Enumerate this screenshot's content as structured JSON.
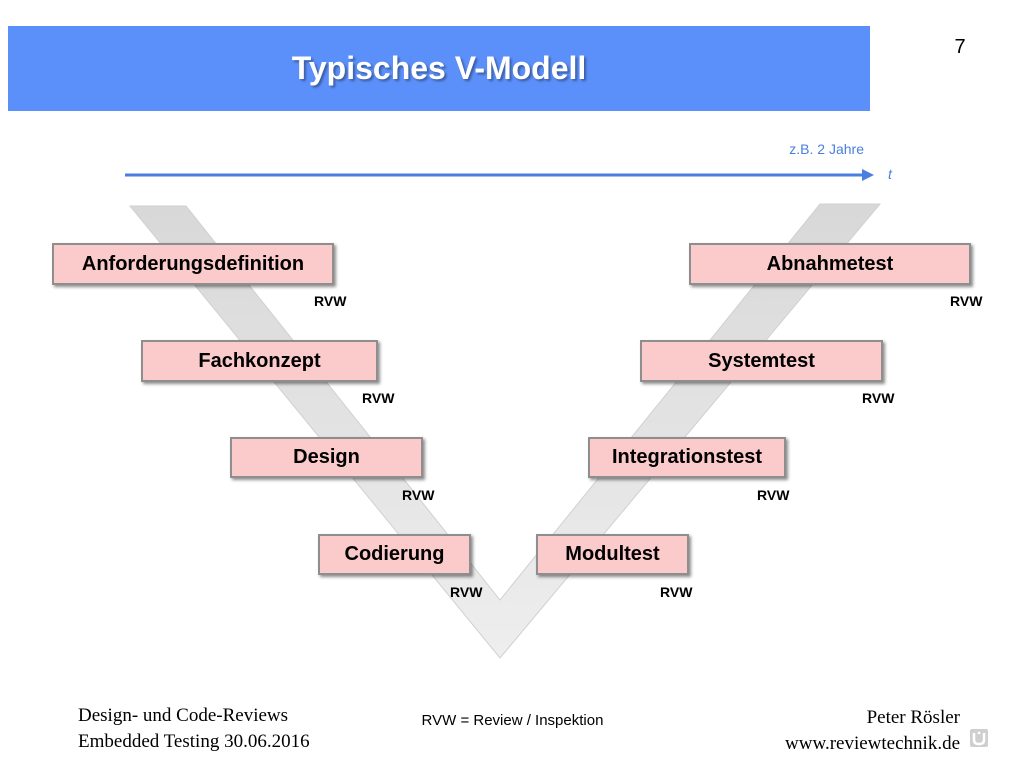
{
  "header": {
    "title": "Typisches V-Modell",
    "page_number": "7"
  },
  "timeline": {
    "duration": "z.B. 2 Jahre",
    "axis_label": "t"
  },
  "phases": {
    "anforderungsdefinition": "Anforderungsdefinition",
    "fachkonzept": "Fachkonzept",
    "design": "Design",
    "codierung": "Codierung",
    "abnahmetest": "Abnahmetest",
    "systemtest": "Systemtest",
    "integrationstest": "Integrationstest",
    "modultest": "Modultest"
  },
  "review_label": "RVW",
  "footer": {
    "left_line1": "Design- und Code-Reviews",
    "left_line2": "Embedded Testing 30.06.2016",
    "legend": "RVW = Review / Inspektion",
    "author": "Peter Rösler",
    "website": "www.reviewtechnik.de"
  },
  "colors": {
    "header": "#5b8ff9",
    "phase_box": "#fbcaca",
    "timeline": "#4a7ee0",
    "v_background": "#e3e3e3"
  }
}
